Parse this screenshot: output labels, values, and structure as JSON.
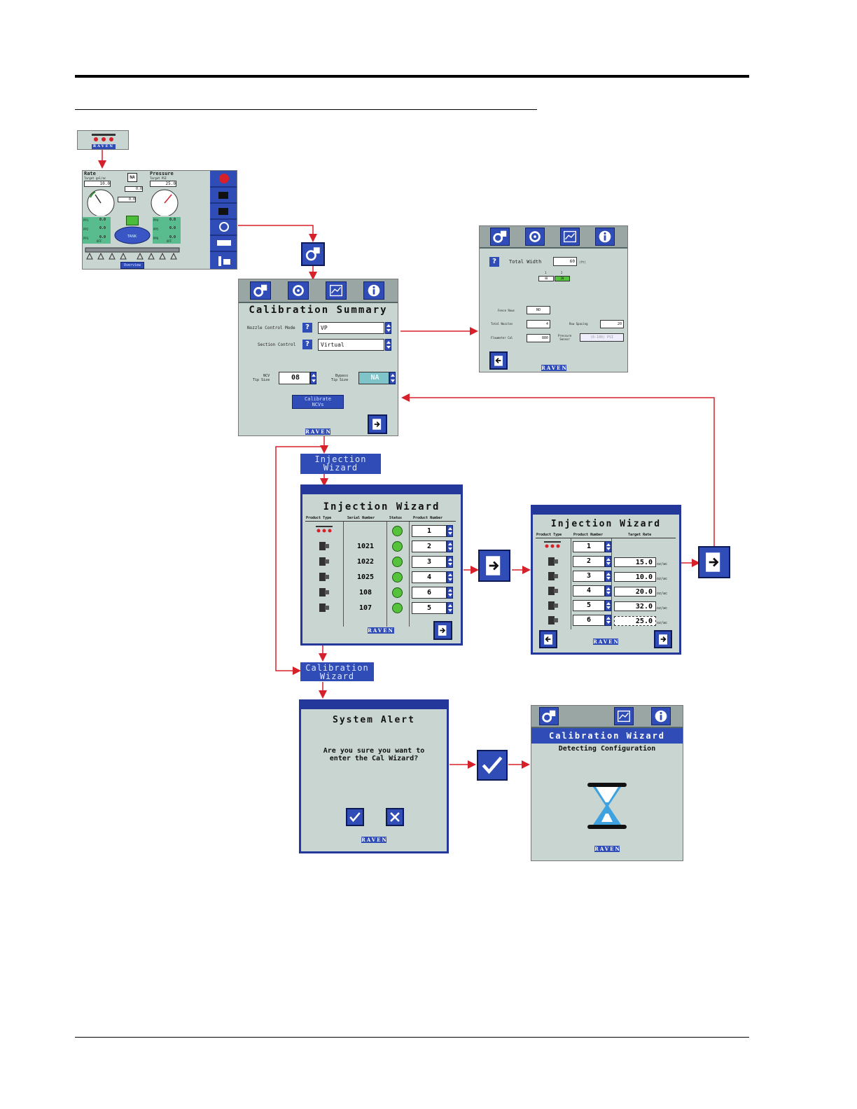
{
  "branding": {
    "raven": "RAVEN"
  },
  "home_screen": {
    "rate_label": "Rate",
    "rate_sub": "Target gal/ac",
    "rate_target": "10.0",
    "pressure_label": "Pressure",
    "pressure_sub": "Target PSI",
    "pressure_target": "25.0",
    "na_badge": "NA",
    "speed_value": "0.0",
    "area_value": "0.0",
    "pp1": "PP1",
    "pp2": "PP2",
    "pp3": "PP3",
    "pp4": "PP4",
    "pp5": "PP5",
    "pp6": "PP6",
    "val": "0.0",
    "off": "OFF",
    "tank_label": "TANK",
    "bottom_btn": "Overview"
  },
  "calibration_summary": {
    "title": "Calibration Summary",
    "nozzle_mode_label": "Nozzle Control Mode",
    "nozzle_mode_value": "VP",
    "section_control_label": "Section Control",
    "section_control_value": "Virtual",
    "ncv_label": "NCV\nTip Size",
    "ncv_value": "08",
    "bypass_label": "Bypass\nTip Size",
    "bypass_value": "NA",
    "calibrate_btn": "Calibrate\nNCVs"
  },
  "boom_screen": {
    "total_width_label": "Total Width",
    "total_width_value": "60",
    "total_width_unit": "(ft)",
    "sec1_label": "1",
    "sec2_label": "2",
    "sec1_value": "40",
    "sec2_value": "20",
    "fence_rows_label": "Fence Rows",
    "fence_rows_value": "NO",
    "total_nozzles_label": "Total Nozzles",
    "total_nozzles_value": "4",
    "row_spacing_label": "Row Spacing",
    "row_spacing_value": "20",
    "flowmeter_label": "Flowmeter Cal",
    "flowmeter_value": "880",
    "pressure_sensor_label": "Pressure\nSensor",
    "pressure_sensor_value": "(0-100) PSI"
  },
  "labels": {
    "injection_wizard": "Injection\nWizard",
    "calibration_wizard": "Calibration\nWizard"
  },
  "injection_wizard_1": {
    "title": "Injection Wizard",
    "headers": [
      "Product Type",
      "Serial Number",
      "Status",
      "Product Number"
    ],
    "rows": [
      {
        "serial": "",
        "number": "1"
      },
      {
        "serial": "1021",
        "number": "2"
      },
      {
        "serial": "1022",
        "number": "3"
      },
      {
        "serial": "1025",
        "number": "4"
      },
      {
        "serial": "108",
        "number": "6"
      },
      {
        "serial": "107",
        "number": "5"
      }
    ]
  },
  "injection_wizard_2": {
    "title": "Injection Wizard",
    "headers": [
      "Product Type",
      "Product Number",
      "Target Rate"
    ],
    "rows": [
      {
        "number": "1",
        "rate": "",
        "unit": ""
      },
      {
        "number": "2",
        "rate": "15.0",
        "unit": "oz/ac"
      },
      {
        "number": "3",
        "rate": "10.0",
        "unit": "oz/ac"
      },
      {
        "number": "4",
        "rate": "20.0",
        "unit": "oz/ac"
      },
      {
        "number": "5",
        "rate": "32.0",
        "unit": "oz/ac"
      },
      {
        "number": "6",
        "rate": "25.0",
        "unit": "oz/ac"
      }
    ]
  },
  "system_alert": {
    "title": "System Alert",
    "message": "Are you sure you want to\nenter the Cal Wizard?"
  },
  "calibration_wizard_screen": {
    "title": "Calibration Wizard",
    "status": "Detecting Configuration"
  },
  "colors": {
    "raven_blue": "#2f4cb7",
    "screen_bg": "#c9d5d1",
    "arrow_red": "#d8202a",
    "status_green": "#54c23a"
  }
}
